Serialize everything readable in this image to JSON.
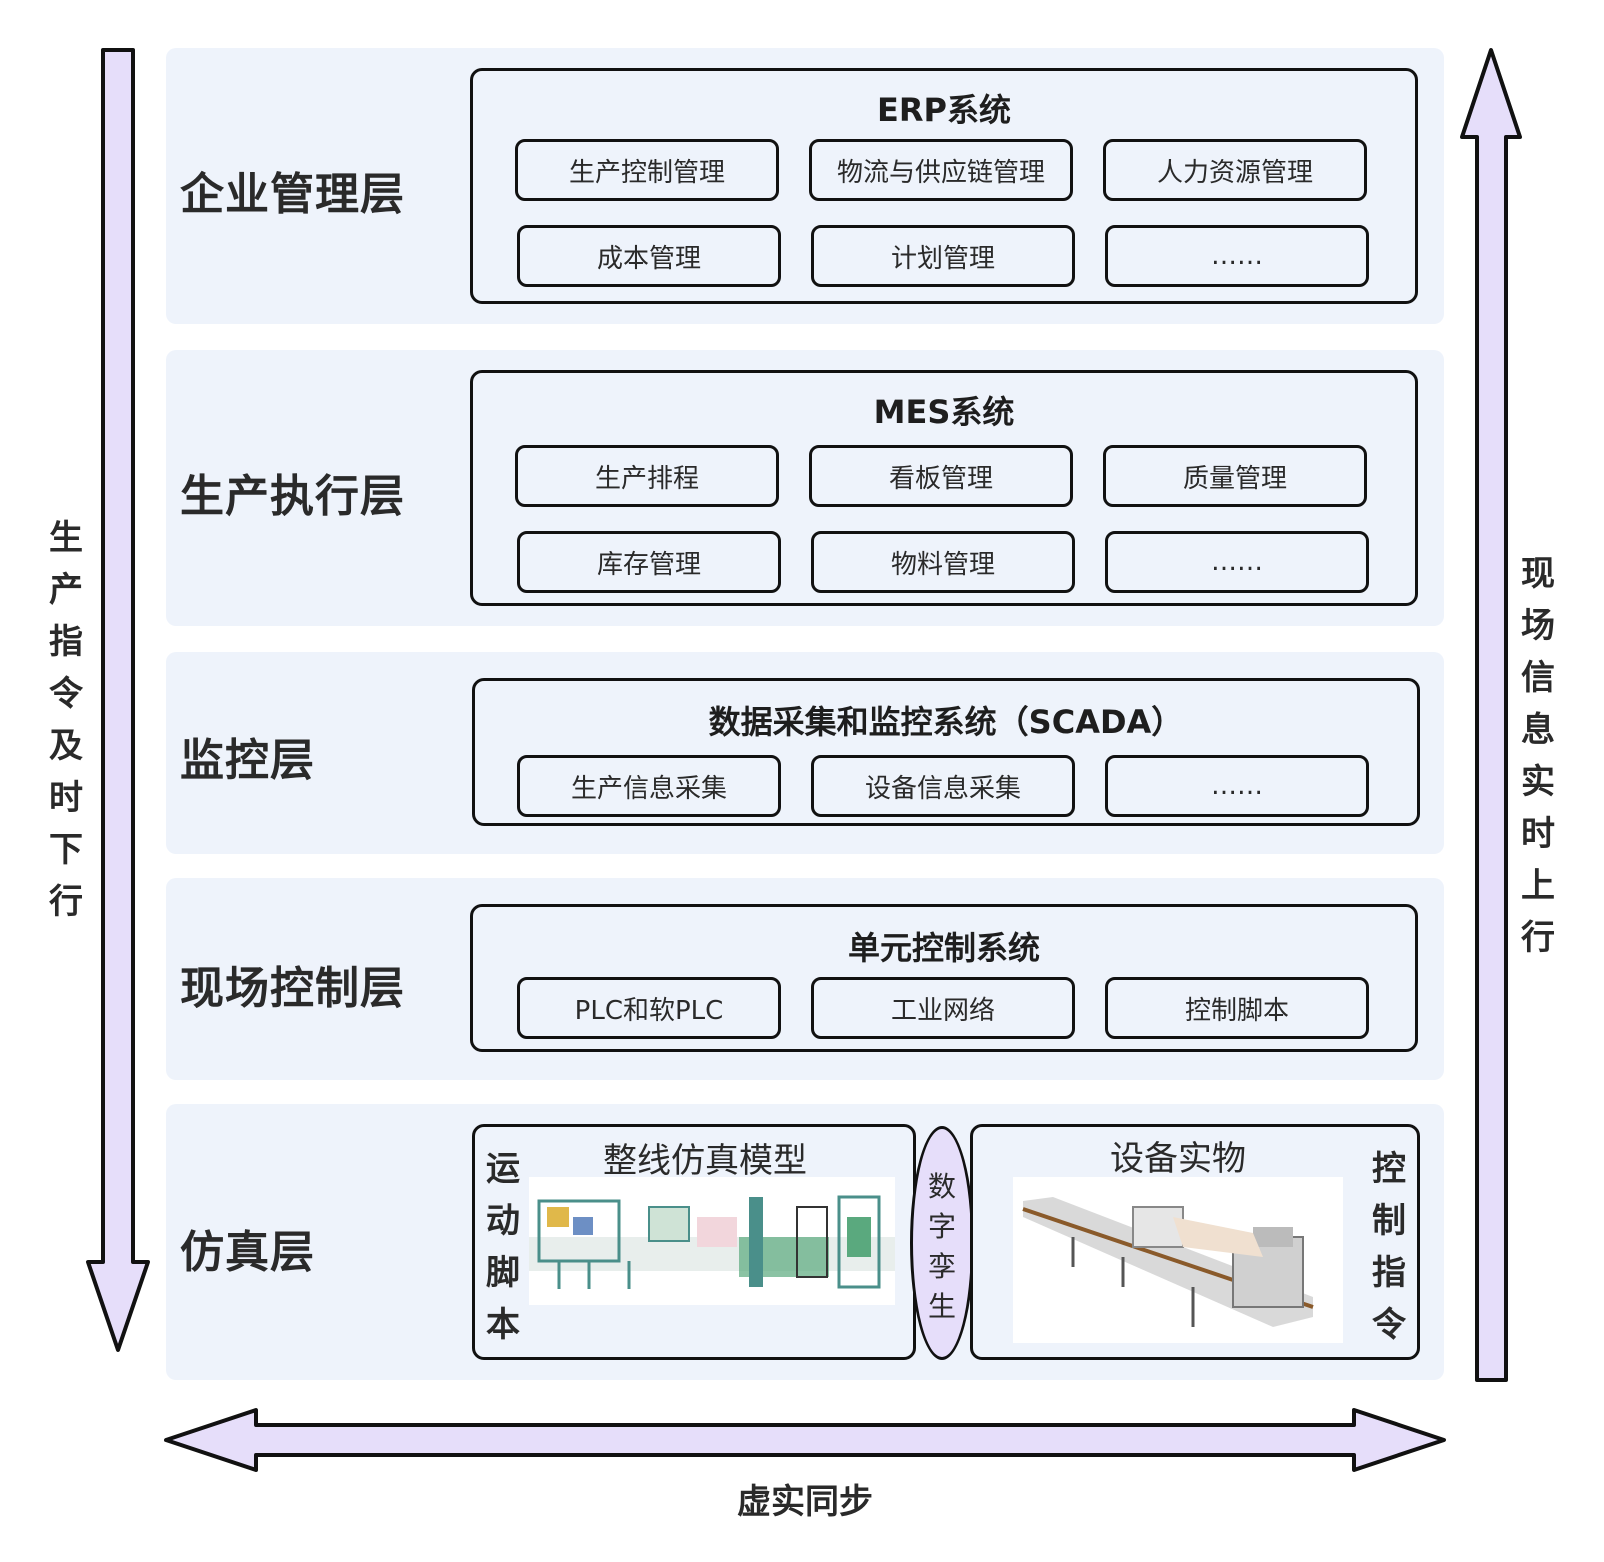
{
  "left_arrow": {
    "label": [
      "生",
      "产",
      "指",
      "令",
      "及",
      "时",
      "下",
      "行"
    ]
  },
  "right_arrow": {
    "label": [
      "现",
      "场",
      "信",
      "息",
      "实",
      "时",
      "上",
      "行"
    ]
  },
  "bottom_arrow": {
    "label": "虚实同步"
  },
  "layers": {
    "enterprise": {
      "name": "企业管理层",
      "system": "ERP系统",
      "modules": [
        "生产控制管理",
        "物流与供应链管理",
        "人力资源管理",
        "成本管理",
        "计划管理",
        "……"
      ]
    },
    "execution": {
      "name": "生产执行层",
      "system": "MES系统",
      "modules": [
        "生产排程",
        "看板管理",
        "质量管理",
        "库存管理",
        "物料管理",
        "……"
      ]
    },
    "monitor": {
      "name": "监控层",
      "system": "数据采集和监控系统（SCADA）",
      "modules": [
        "生产信息采集",
        "设备信息采集",
        "……"
      ]
    },
    "field": {
      "name": "现场控制层",
      "system": "单元控制系统",
      "modules": [
        "PLC和软PLC",
        "工业网络",
        "控制脚本"
      ]
    },
    "simulation": {
      "name": "仿真层",
      "model_title": "整线仿真模型",
      "model_side": [
        "运",
        "动",
        "脚",
        "本"
      ],
      "twin": [
        "数",
        "字",
        "孪",
        "生"
      ],
      "equipment_title": "设备实物",
      "equipment_side": [
        "控",
        "制",
        "指",
        "令"
      ]
    }
  },
  "colors": {
    "layer_bg": "#eef3fb",
    "arrow_fill": "#e6defa",
    "border": "#111111"
  }
}
